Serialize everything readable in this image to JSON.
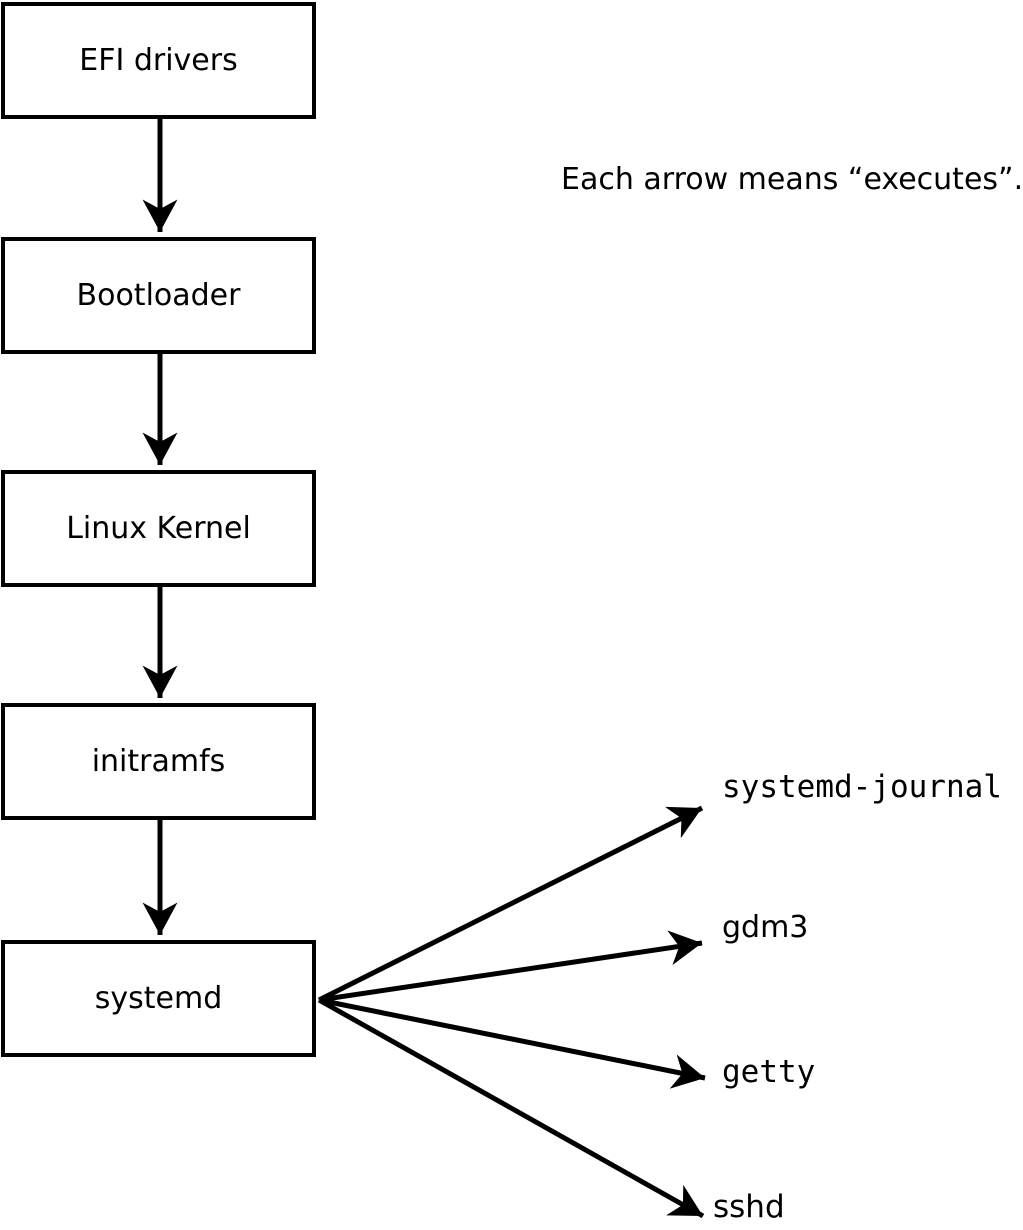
{
  "diagram": {
    "caption": "Each arrow means “executes”.",
    "arrow_meaning": "executes",
    "nodes": [
      {
        "id": "efi-drivers",
        "label": "EFI drivers"
      },
      {
        "id": "bootloader",
        "label": "Bootloader"
      },
      {
        "id": "linux-kernel",
        "label": "Linux Kernel"
      },
      {
        "id": "initramfs",
        "label": "initramfs"
      },
      {
        "id": "systemd",
        "label": "systemd"
      }
    ],
    "chain_arrows": [
      {
        "from": "efi-drivers",
        "to": "bootloader"
      },
      {
        "from": "bootloader",
        "to": "linux-kernel"
      },
      {
        "from": "linux-kernel",
        "to": "initramfs"
      },
      {
        "from": "initramfs",
        "to": "systemd"
      }
    ],
    "spawned_processes": [
      {
        "id": "systemd-journal",
        "label": "systemd-journal"
      },
      {
        "id": "gdm3",
        "label": "gdm3"
      },
      {
        "id": "getty",
        "label": "getty"
      },
      {
        "id": "sshd",
        "label": "sshd"
      }
    ],
    "colors": {
      "line": "#000000",
      "text": "#000000",
      "box_fill": "#ffffff",
      "background": "#ffffff"
    }
  }
}
